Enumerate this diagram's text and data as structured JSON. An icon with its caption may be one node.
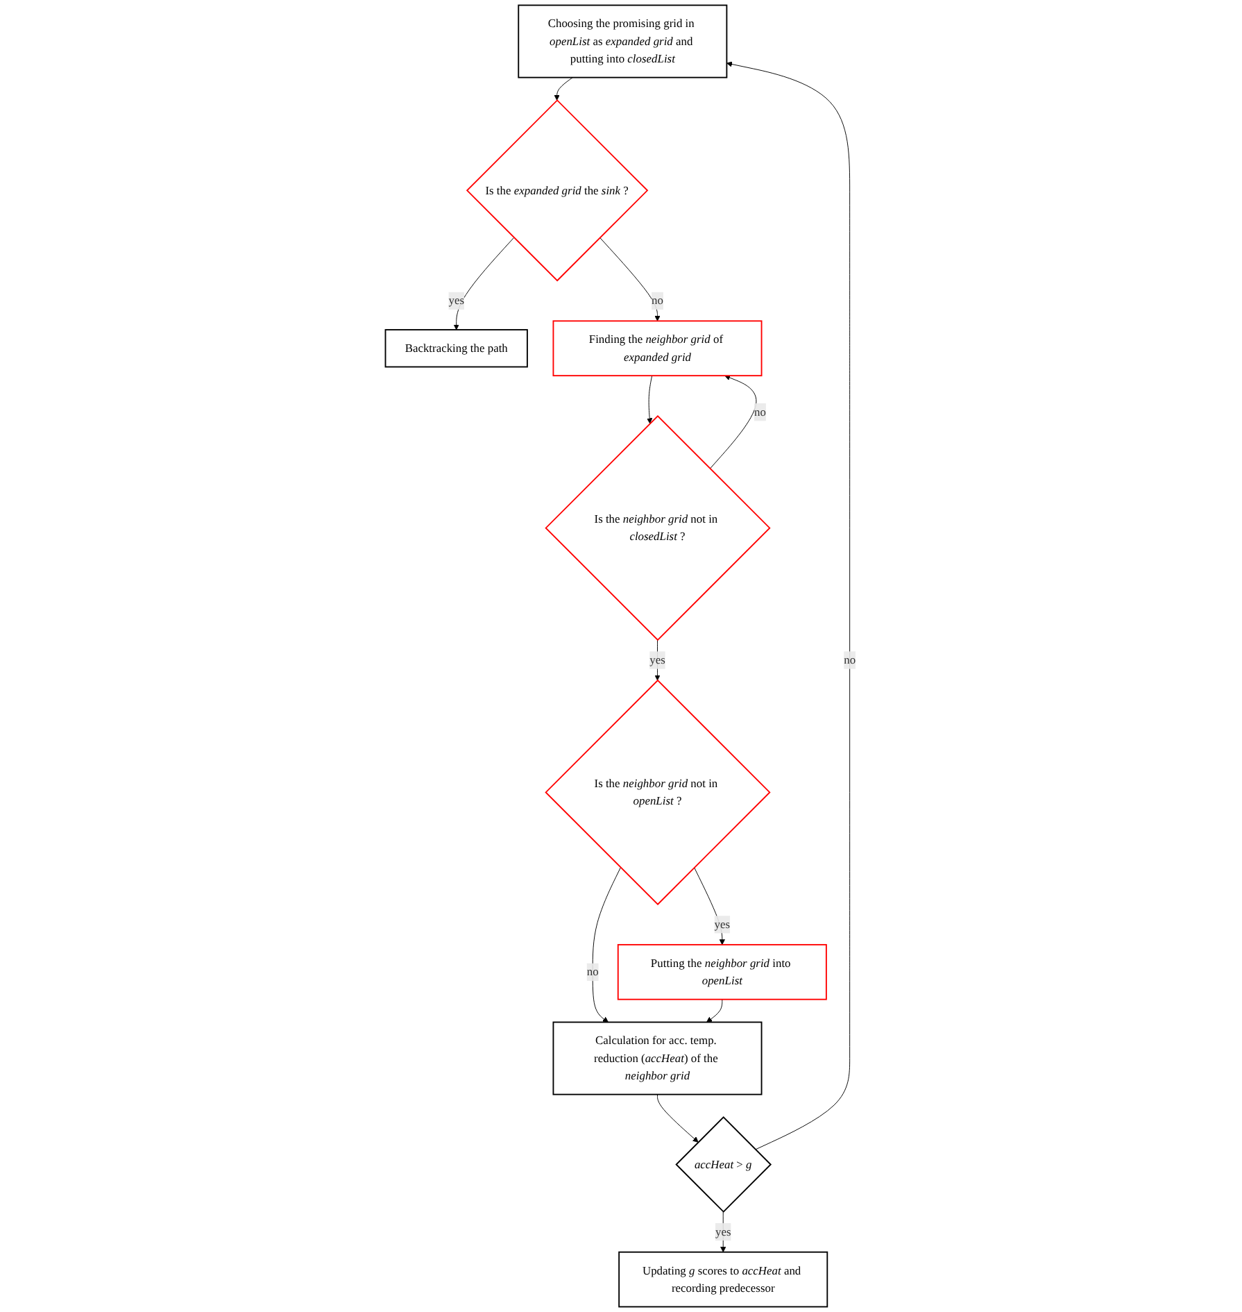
{
  "diagram": {
    "nodes": [
      {
        "text": [
          "Choosing the promising grid in *openList* as *expanded grid* and putting into *closedList*"
        ]
      },
      {
        "text": [
          "Backtracking the path"
        ]
      },
      {
        "text": [
          "Is the *expanded grid* the *sink* ?"
        ]
      },
      {
        "text": [
          "Finding the *neighbor grid* of *expanded grid*"
        ]
      },
      {
        "text": [
          "Is the *neighbor grid* not in *closedList* ?"
        ]
      },
      {
        "text": [
          "Is the *neighbor grid* not in *openList* ?"
        ]
      },
      {
        "text": [
          "Putting the *neighbor grid* into *openList*"
        ]
      },
      {
        "text": [
          "Calculation for acc. temp. reduction (*accHeat*) of the *neighbor grid*"
        ]
      },
      {
        "text": [
          "*accHeat* > *g*"
        ]
      },
      {
        "text": [
          "Updating *g* scores to *accHeat* and recording predecessor"
        ]
      }
    ],
    "edges": [
      {
        "from": 0,
        "to": 2,
        "arrow": "to"
      },
      {
        "from": 2,
        "to": 1,
        "label": "yes",
        "arrow": "to"
      },
      {
        "from": 2,
        "to": 3,
        "label": "no",
        "arrow": "to"
      },
      {
        "from": 3,
        "to": 4,
        "arrow": "to"
      },
      {
        "from": 4,
        "to": 3,
        "label": "no",
        "arrow": "to"
      },
      {
        "from": 4,
        "to": 5,
        "label": "yes",
        "arrow": "to"
      },
      {
        "from": 5,
        "to": 7,
        "label": "no",
        "arrow": "to"
      },
      {
        "from": 5,
        "to": 6,
        "label": "yes",
        "arrow": "to"
      },
      {
        "from": 6,
        "to": 7,
        "arrow": "to"
      },
      {
        "from": 7,
        "to": 8,
        "arrow": "to"
      },
      {
        "from": 8,
        "to": 0,
        "label": "no",
        "arrow": "to"
      },
      {
        "from": 8,
        "to": 9,
        "label": "yes",
        "arrow": "to"
      }
    ]
  }
}
